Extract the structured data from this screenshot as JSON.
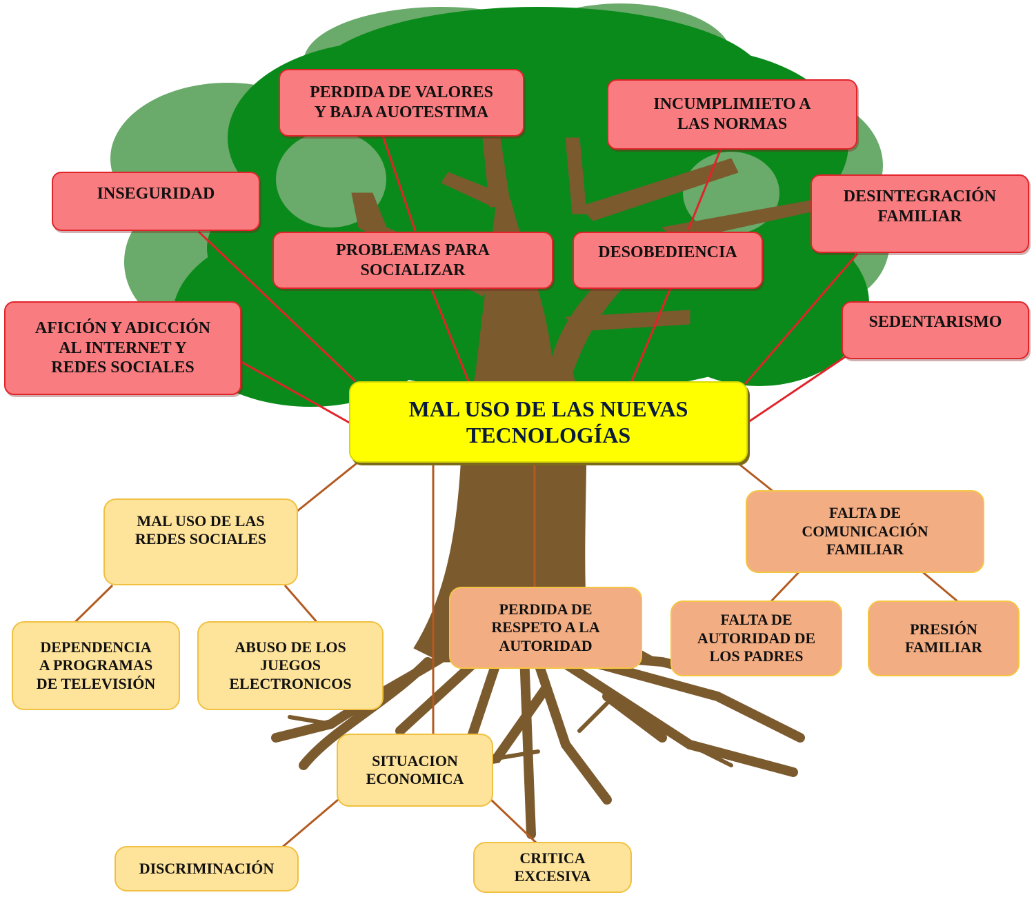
{
  "diagram": {
    "central": "MAL USO DE LAS NUEVAS\nTECNOLOGÍAS",
    "effects": {
      "perdida_valores": "PERDIDA DE VALORES\nY BAJA AUOTESTIMA",
      "incumplimiento": "INCUMPLIMIETO A\nLAS NORMAS",
      "inseguridad": "INSEGURIDAD",
      "desintegracion": "DESINTEGRACIÓN\nFAMILIAR",
      "problemas_socializar": "PROBLEMAS PARA\nSOCIALIZAR",
      "desobediencia": "DESOBEDIENCIA",
      "aficion": "AFICIÓN Y ADICCIÓN\nAL INTERNET Y\nREDES SOCIALES",
      "sedentarismo": "SEDENTARISMO"
    },
    "causes": {
      "mal_uso_redes": "MAL USO DE LAS\nREDES SOCIALES",
      "dependencia": "DEPENDENCIA\nA PROGRAMAS\nDE TELEVISIÓN",
      "abuso_juegos": "ABUSO DE LOS\nJUEGOS\nELECTRONICOS",
      "perdida_respeto": "PERDIDA DE\nRESPETO A LA\nAUTORIDAD",
      "falta_comunicacion": "FALTA DE\nCOMUNICACIÓN\nFAMILIAR",
      "falta_autoridad": "FALTA DE\nAUTORIDAD DE\nLOS PADRES",
      "presion": "PRESIÓN\nFAMILIAR",
      "situacion": "SITUACION\nECONOMICA",
      "discriminacion": "DISCRIMINACIÓN",
      "critica": "CRITICA\nEXCESIVA"
    },
    "colors": {
      "effect_fill": "#f97d80",
      "effect_border": "#e1232a",
      "central_fill": "#ffff00",
      "cause_fill": "#fee39a",
      "cause_alt_fill": "#f3ad83",
      "trunk": "#7b5a2e",
      "canopy_dark": "#0a8a1a",
      "canopy_light": "#6aaa6a"
    }
  }
}
